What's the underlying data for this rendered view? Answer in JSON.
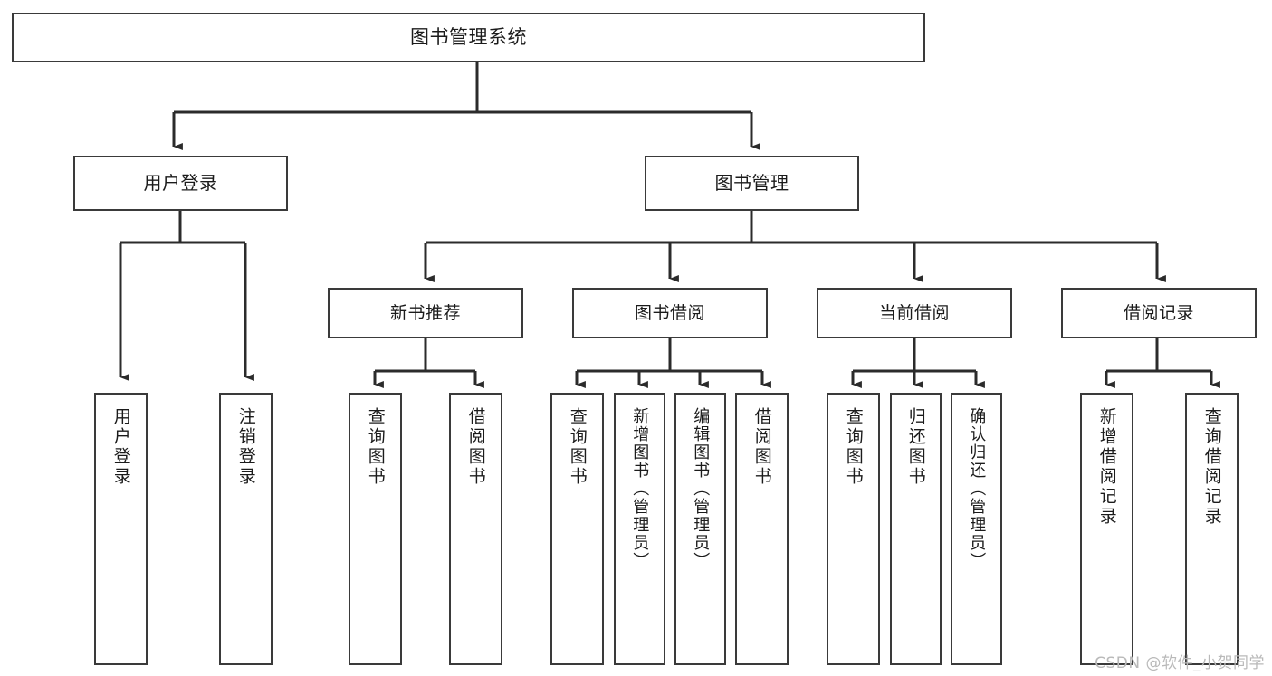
{
  "diagram": {
    "title": "图书管理系统",
    "type": "tree",
    "watermark": "CSDN @软件_小贺同学",
    "colors": {
      "box_border": "#3a3a3a",
      "box_fill": "#ffffff",
      "connector": "#2b2b2b",
      "text": "#1b1b1b",
      "watermark": "#b9b9b9"
    },
    "root": {
      "label": "图书管理系统"
    },
    "level1": [
      {
        "id": "user-login",
        "label": "用户登录"
      },
      {
        "id": "book-management",
        "label": "图书管理"
      }
    ],
    "level2": [
      {
        "id": "new-book-recommend",
        "label": "新书推荐",
        "parent": "book-management"
      },
      {
        "id": "book-borrow",
        "label": "图书借阅",
        "parent": "book-management"
      },
      {
        "id": "current-borrow",
        "label": "当前借阅",
        "parent": "book-management"
      },
      {
        "id": "borrow-record",
        "label": "借阅记录",
        "parent": "book-management"
      }
    ],
    "leaves": {
      "user-login": [
        {
          "id": "leaf-user-login",
          "label": "用户登录"
        },
        {
          "id": "leaf-user-logout",
          "label": "注销登录"
        }
      ],
      "new-book-recommend": [
        {
          "id": "leaf-query-book-1",
          "label": "查询图书"
        },
        {
          "id": "leaf-borrow-book-1",
          "label": "借阅图书"
        }
      ],
      "book-borrow": [
        {
          "id": "leaf-query-book-2",
          "label": "查询图书"
        },
        {
          "id": "leaf-add-book",
          "label": "新增图书（管理员）"
        },
        {
          "id": "leaf-edit-book",
          "label": "编辑图书（管理员）"
        },
        {
          "id": "leaf-borrow-book-2",
          "label": "借阅图书"
        }
      ],
      "current-borrow": [
        {
          "id": "leaf-query-book-3",
          "label": "查询图书"
        },
        {
          "id": "leaf-return-book",
          "label": "归还图书"
        },
        {
          "id": "leaf-confirm-return",
          "label": "确认归还（管理员）"
        }
      ],
      "borrow-record": [
        {
          "id": "leaf-add-record",
          "label": "新增借阅记录"
        },
        {
          "id": "leaf-query-record",
          "label": "查询借阅记录"
        }
      ]
    }
  }
}
